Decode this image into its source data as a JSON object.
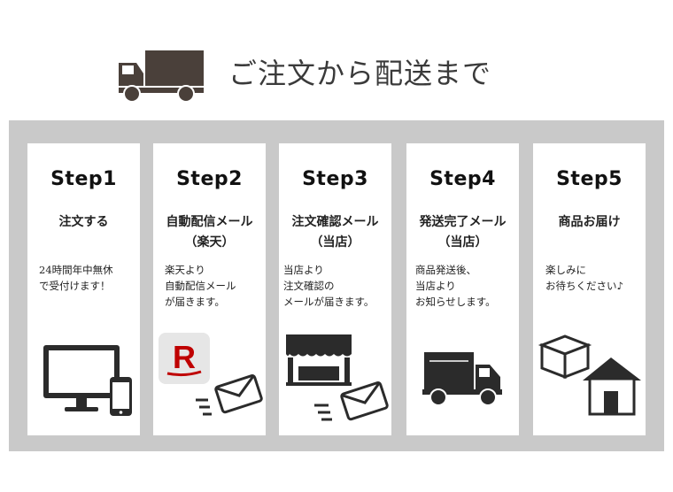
{
  "title": "ご注文から配送まで",
  "steps": [
    {
      "step": "Step1",
      "heading": [
        "注文する"
      ],
      "desc": [
        "24時間年中無休",
        "で受付けます！"
      ]
    },
    {
      "step": "Step2",
      "heading": [
        "自動配信メール",
        "（楽天）"
      ],
      "desc": [
        "楽天より",
        "自動配信メール",
        "が届きます。"
      ]
    },
    {
      "step": "Step3",
      "heading": [
        "注文確認メール",
        "（当店）"
      ],
      "desc": [
        "当店より",
        "注文確認の",
        "メールが届きます。"
      ]
    },
    {
      "step": "Step4",
      "heading": [
        "発送完了メール",
        "（当店）"
      ],
      "desc": [
        "商品発送後、",
        "当店より",
        "お知らせします。"
      ]
    },
    {
      "step": "Step5",
      "heading": [
        "商品お届け"
      ],
      "desc": [
        "楽しみに",
        "お待ちください♪"
      ]
    }
  ],
  "rakuten_logo_letter": "R",
  "icons": {
    "header": "delivery-truck-icon",
    "step1": [
      "monitor-icon",
      "smartphone-icon"
    ],
    "step2": [
      "rakuten-logo-icon",
      "envelope-icon"
    ],
    "step3": [
      "storefront-icon",
      "envelope-icon"
    ],
    "step4": "delivery-truck-icon",
    "step5": [
      "package-box-icon",
      "house-icon"
    ]
  },
  "colors": {
    "panel": "#c9c9c9",
    "card": "#ffffff",
    "icon": "#2b2b2b",
    "header_icon": "#4a403a",
    "rakuten_red": "#bf0000"
  }
}
